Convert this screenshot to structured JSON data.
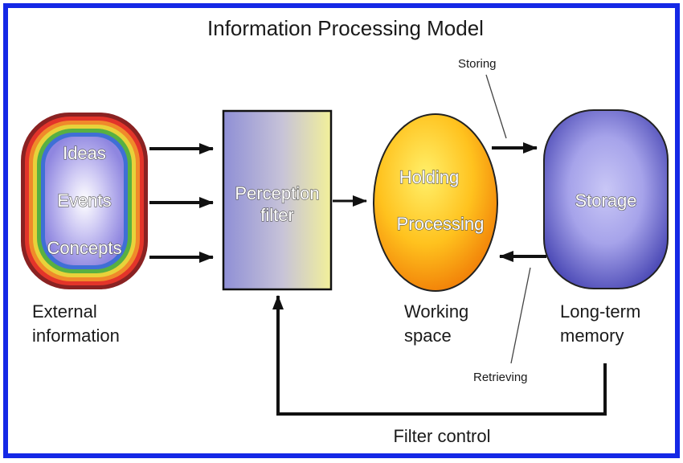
{
  "title": "Information Processing Model",
  "external": {
    "items": [
      "Ideas",
      "Events",
      "Concepts"
    ],
    "caption_line1": "External",
    "caption_line2": "information"
  },
  "filter": {
    "label_line1": "Perception",
    "label_line2": "filter"
  },
  "working": {
    "label_line1": "Holding",
    "label_line2": "Processing",
    "caption_line1": "Working",
    "caption_line2": "space"
  },
  "storage": {
    "label": "Storage",
    "caption_line1": "Long-term",
    "caption_line2": "memory"
  },
  "labels": {
    "storing": "Storing",
    "retrieving": "Retrieving",
    "filter_control": "Filter control"
  },
  "colors": {
    "frame": "#1428e6",
    "filter_left": "#8f8fd6",
    "filter_right": "#f2f09a",
    "ellipse_inner": "#ffe24a",
    "ellipse_outer": "#f58a0a",
    "storage_inner": "#b9b7f0",
    "storage_outer": "#4a48b0"
  }
}
